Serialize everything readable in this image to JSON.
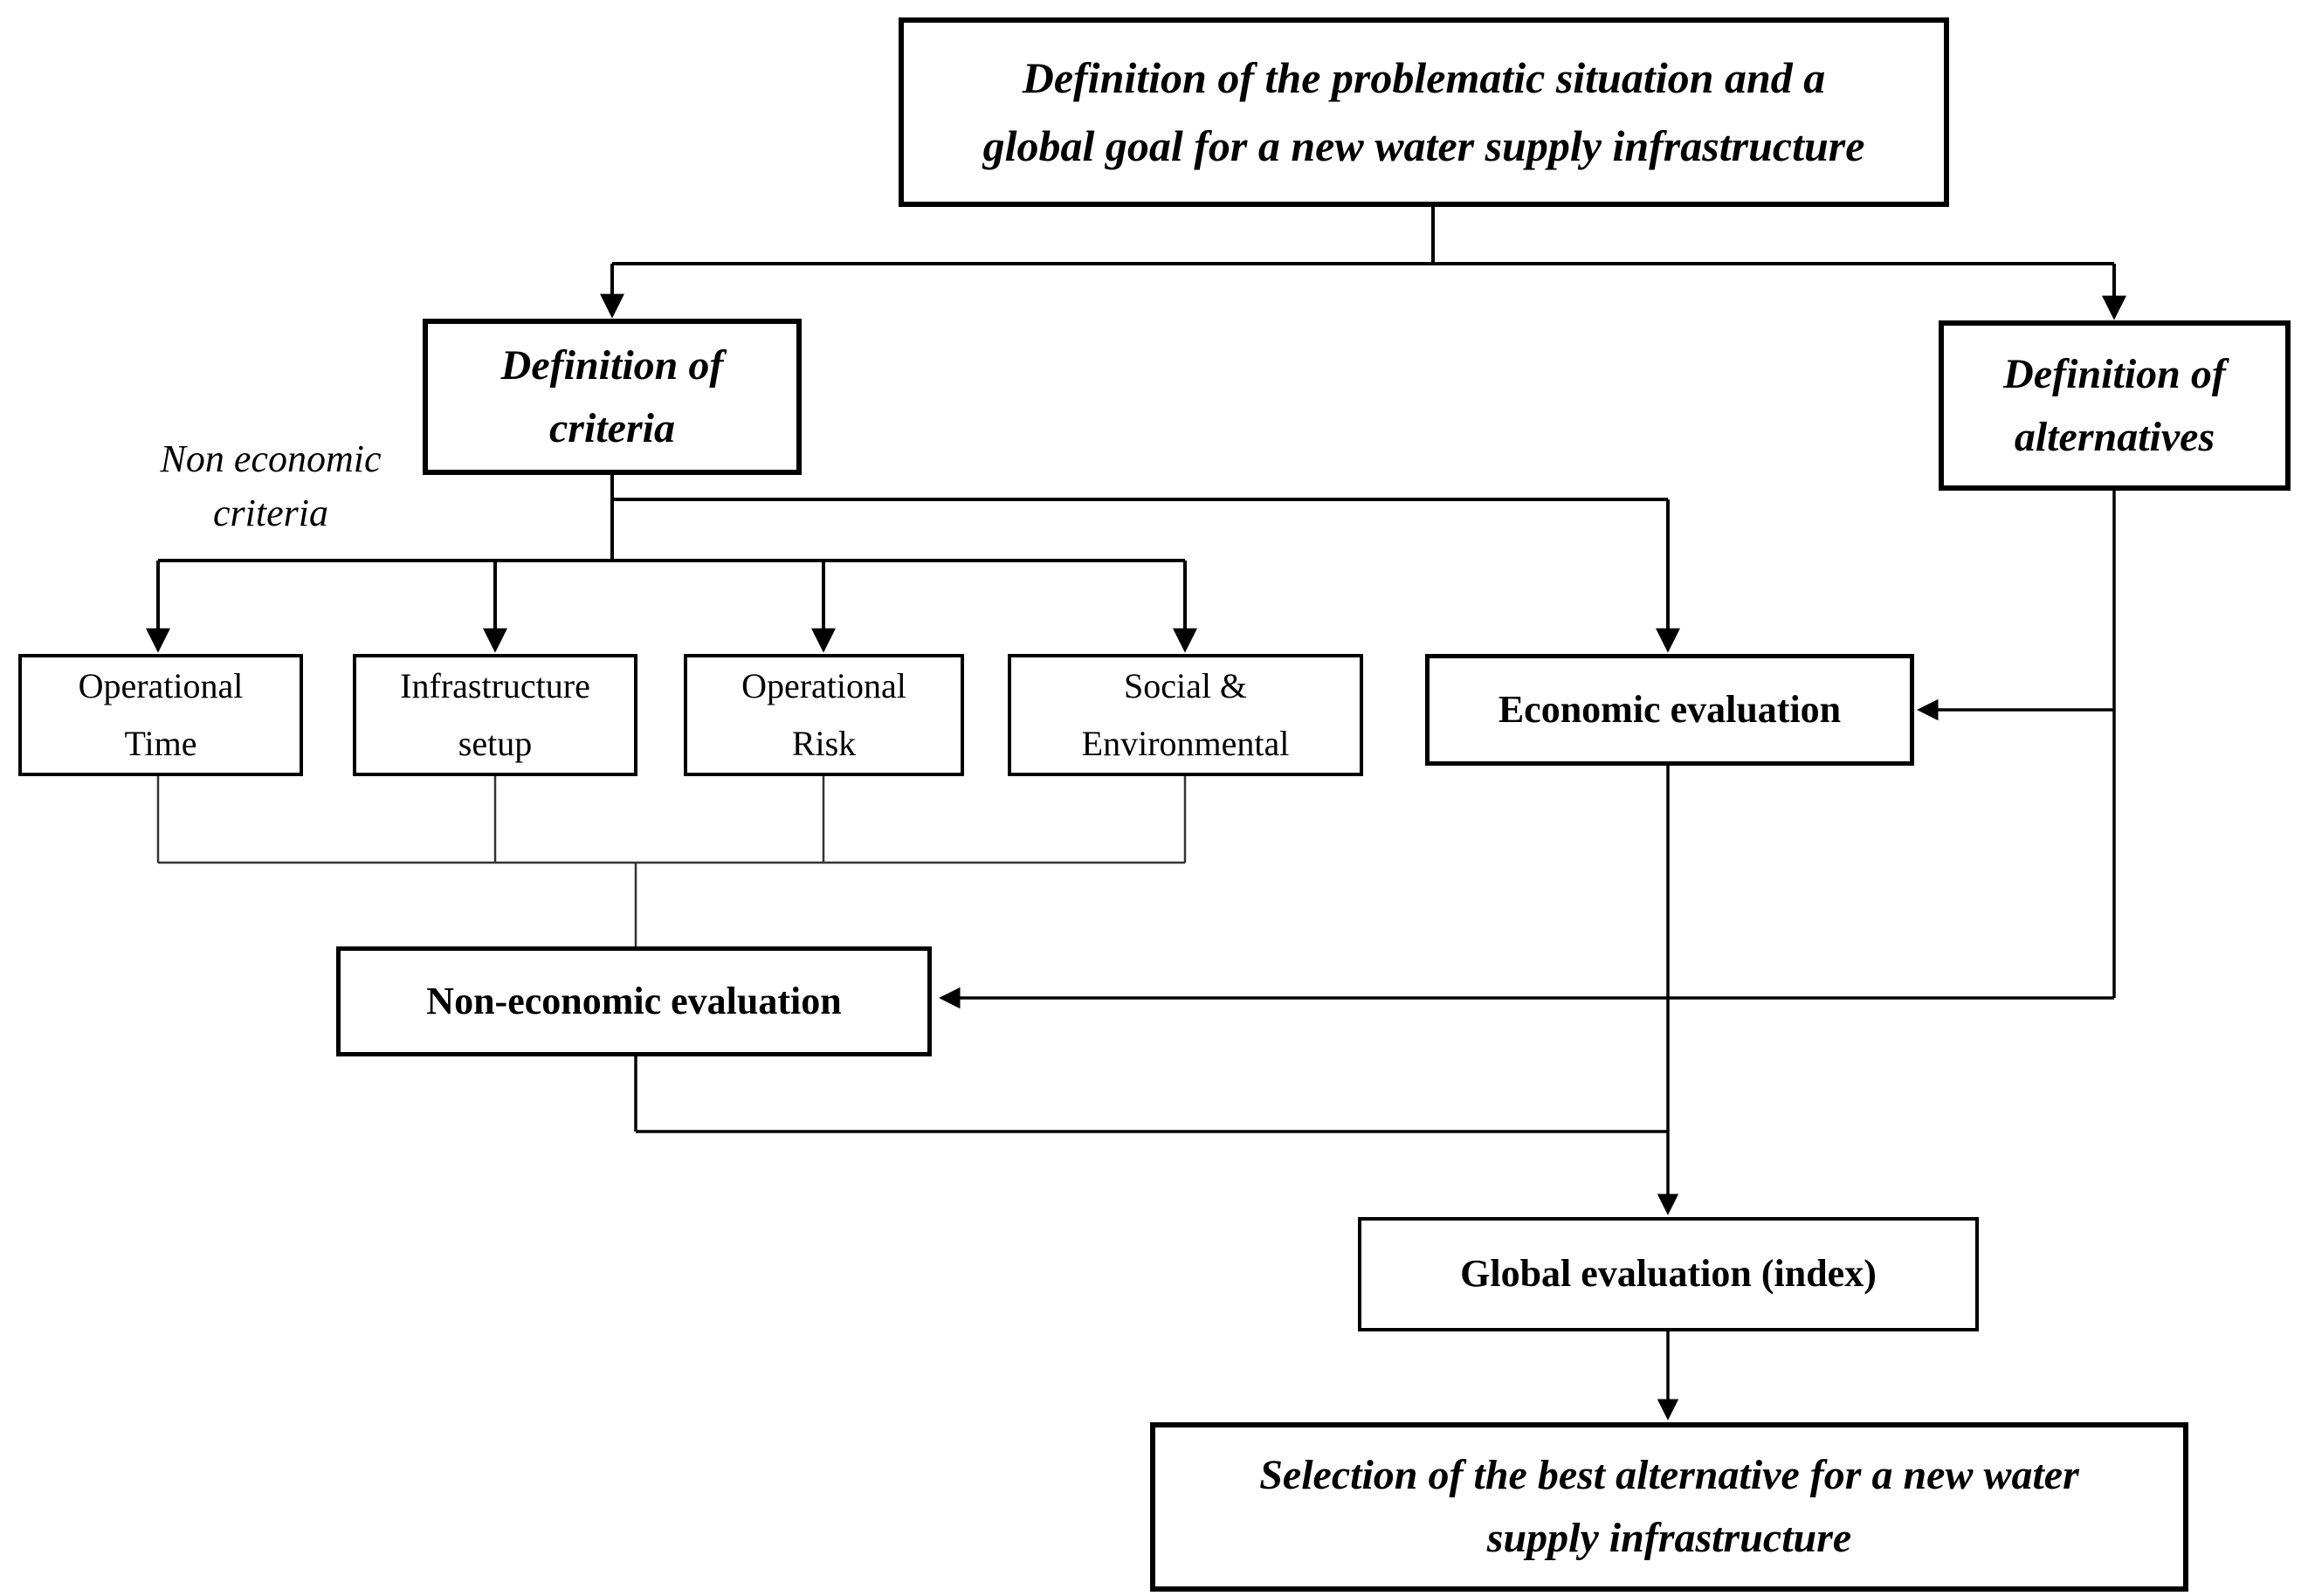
{
  "figure": {
    "type": "flowchart",
    "background": "#ffffff",
    "line_color": "#000000",
    "thin_line_color": "#333333"
  },
  "nodes": {
    "problem": {
      "line1": "Definition of the problematic situation and a",
      "line2": "global goal for a new water supply infrastructure"
    },
    "criteria": {
      "line1": "Definition of",
      "line2": "criteria"
    },
    "alternatives": {
      "line1": "Definition of",
      "line2": "alternatives"
    },
    "operational_time": {
      "line1": "Operational",
      "line2": "Time"
    },
    "infrastructure_setup": {
      "line1": "Infrastructure",
      "line2": "setup"
    },
    "operational_risk": {
      "line1": "Operational",
      "line2": "Risk"
    },
    "social_environmental": {
      "line1": "Social &",
      "line2": "Environmental"
    },
    "economic_evaluation": {
      "label": "Economic evaluation"
    },
    "non_economic_evaluation": {
      "label": "Non-economic evaluation"
    },
    "global_evaluation": {
      "label": "Global evaluation (index)"
    },
    "selection": {
      "line1": "Selection of the best alternative for a new water",
      "line2": "supply infrastructure"
    }
  },
  "annotations": {
    "non_economic_criteria": {
      "line1": "Non economic",
      "line2": "criteria"
    }
  }
}
